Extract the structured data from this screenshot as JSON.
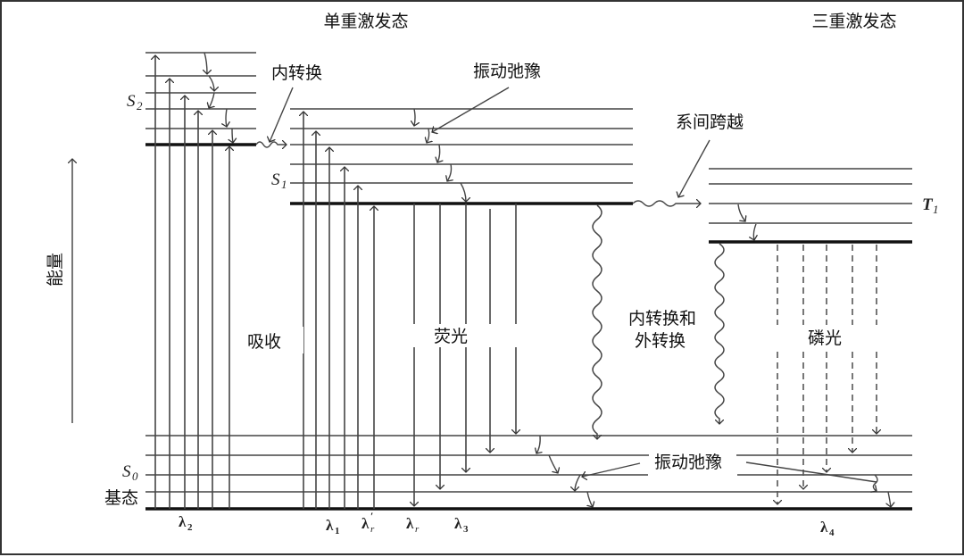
{
  "diagram": {
    "title": "Jablonski diagram (能级图)",
    "headings": {
      "singlet": "单重激发态",
      "triplet": "三重激发态"
    },
    "axis": {
      "label": "能量"
    },
    "states": {
      "S2": {
        "symbol": "S",
        "subscript": "2"
      },
      "S1": {
        "symbol": "S",
        "subscript": "1"
      },
      "S0": {
        "symbol": "S",
        "subscript": "0"
      },
      "T1": {
        "symbol": "T",
        "subscript": "1"
      },
      "ground": "基态"
    },
    "process_labels": {
      "internal_conversion": "内转换",
      "vibrational_relaxation_top": "振动弛豫",
      "intersystem_crossing": "系间跨越",
      "absorption": "吸收",
      "fluorescence": "荧光",
      "ic_ec_line1": "内转换和",
      "ic_ec_line2": "外转换",
      "phosphorescence": "磷光",
      "vibrational_relaxation_bottom": "振动弛豫"
    },
    "wavelengths": {
      "l2": {
        "base": "λ",
        "sub": "2",
        "sup": ""
      },
      "l1": {
        "base": "λ",
        "sub": "1",
        "sup": ""
      },
      "lr_prime": {
        "base": "λ",
        "sub": "r",
        "sup": "′"
      },
      "lr": {
        "base": "λ",
        "sub": "r",
        "sup": ""
      },
      "l3": {
        "base": "λ",
        "sub": "3",
        "sup": ""
      },
      "l4": {
        "base": "λ",
        "sub": "4",
        "sup": ""
      }
    },
    "colors": {
      "line": "#444444",
      "heavy_line": "#111111",
      "text": "#111111"
    }
  }
}
